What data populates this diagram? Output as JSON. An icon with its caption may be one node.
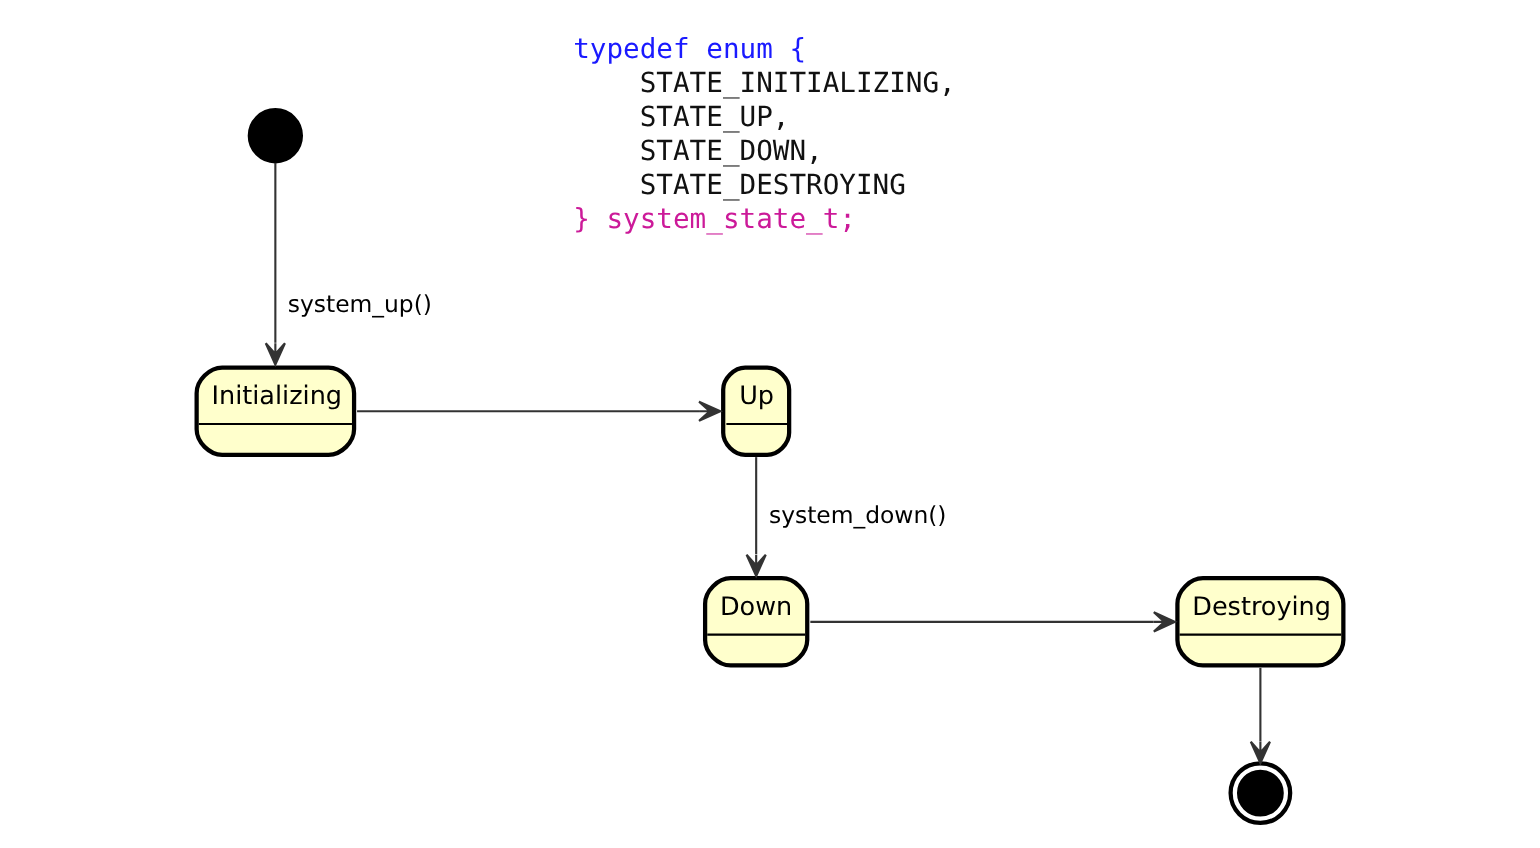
{
  "diagram": {
    "nodes": [
      {
        "text": [],
        "shape": "circle"
      },
      {
        "text": [
          "Initializing"
        ]
      },
      {
        "text": [
          "Up"
        ]
      },
      {
        "text": [
          "Down"
        ]
      },
      {
        "text": [
          "Destroying"
        ]
      },
      {
        "text": [],
        "shape": "bullseye"
      }
    ],
    "edges": [
      {
        "from": 0,
        "to": 1,
        "arrow": "to",
        "label": "system_up()"
      },
      {
        "from": 1,
        "to": 2,
        "arrow": "to"
      },
      {
        "from": 2,
        "to": 3,
        "arrow": "to",
        "label": "system_down()"
      },
      {
        "from": 3,
        "to": 4,
        "arrow": "to"
      },
      {
        "from": 4,
        "to": 5,
        "arrow": "to"
      }
    ],
    "labels": [
      "typedef enum {",
      "STATE_INITIALIZING,",
      "STATE_UP,",
      "STATE_DOWN,",
      "STATE_DESTROYING",
      "} system_state_t;"
    ]
  }
}
